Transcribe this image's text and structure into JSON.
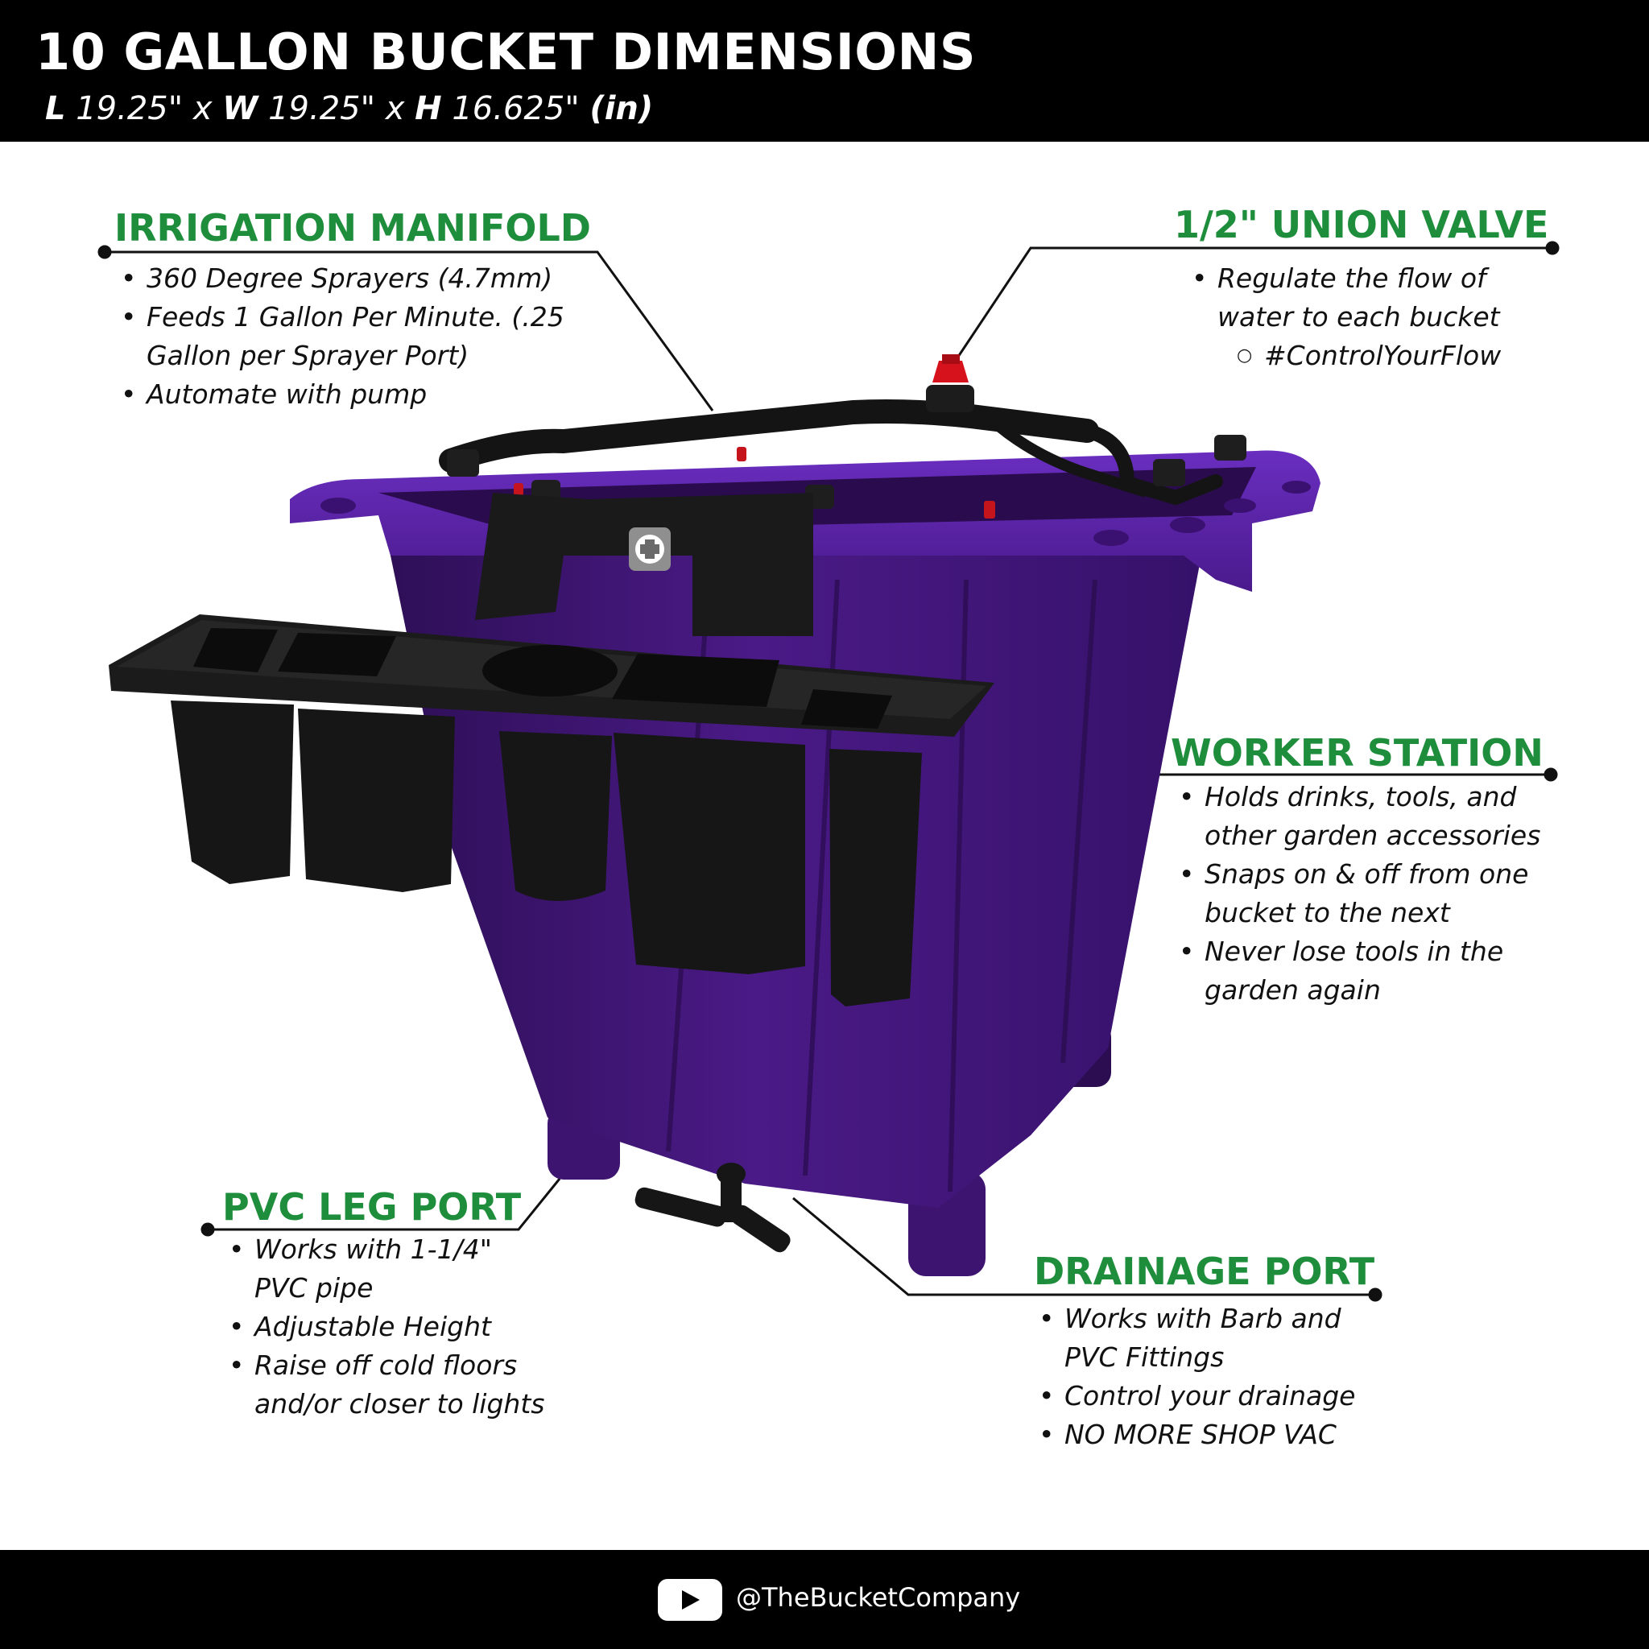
{
  "header": {
    "title": "10 GALLON BUCKET DIMENSIONS",
    "dims": {
      "l_label": "L",
      "l_value": "19.25\"",
      "x1": "x",
      "w_label": "W",
      "w_value": "19.25\"",
      "x2": "x",
      "h_label": "H",
      "h_value": "16.625\"",
      "unit": "(in)"
    }
  },
  "callouts": {
    "irrigation": {
      "title": "IRRIGATION MANIFOLD",
      "points": [
        "360 Degree Sprayers (4.7mm)",
        "Feeds 1 Gallon Per Minute. (.25 Gallon per Sprayer Port)",
        "Automate with pump"
      ]
    },
    "valve": {
      "title": "1/2\" UNION VALVE",
      "points": [
        "Regulate the flow of water to each bucket"
      ],
      "subpoint": "#ControlYourFlow"
    },
    "worker": {
      "title": "WORKER STATION",
      "points": [
        "Holds drinks, tools, and other garden accessories",
        "Snaps on & off from one bucket to the next",
        "Never lose tools in the garden again"
      ]
    },
    "pvc": {
      "title": "PVC LEG PORT",
      "points": [
        "Works with 1-1/4\" PVC pipe",
        "Adjustable Height",
        "Raise off cold floors and/or closer to lights"
      ]
    },
    "drain": {
      "title": "DRAINAGE PORT",
      "points": [
        "Works with Barb and PVC Fittings",
        "Control your drainage",
        "NO MORE SHOP VAC"
      ]
    }
  },
  "footer": {
    "icon": "youtube-icon",
    "handle": "@TheBucketCompany"
  },
  "colors": {
    "accent_green": "#1f8e3c",
    "bucket_purple": "#4b1a86",
    "accessory_black": "#151515",
    "valve_red": "#d6121c"
  }
}
